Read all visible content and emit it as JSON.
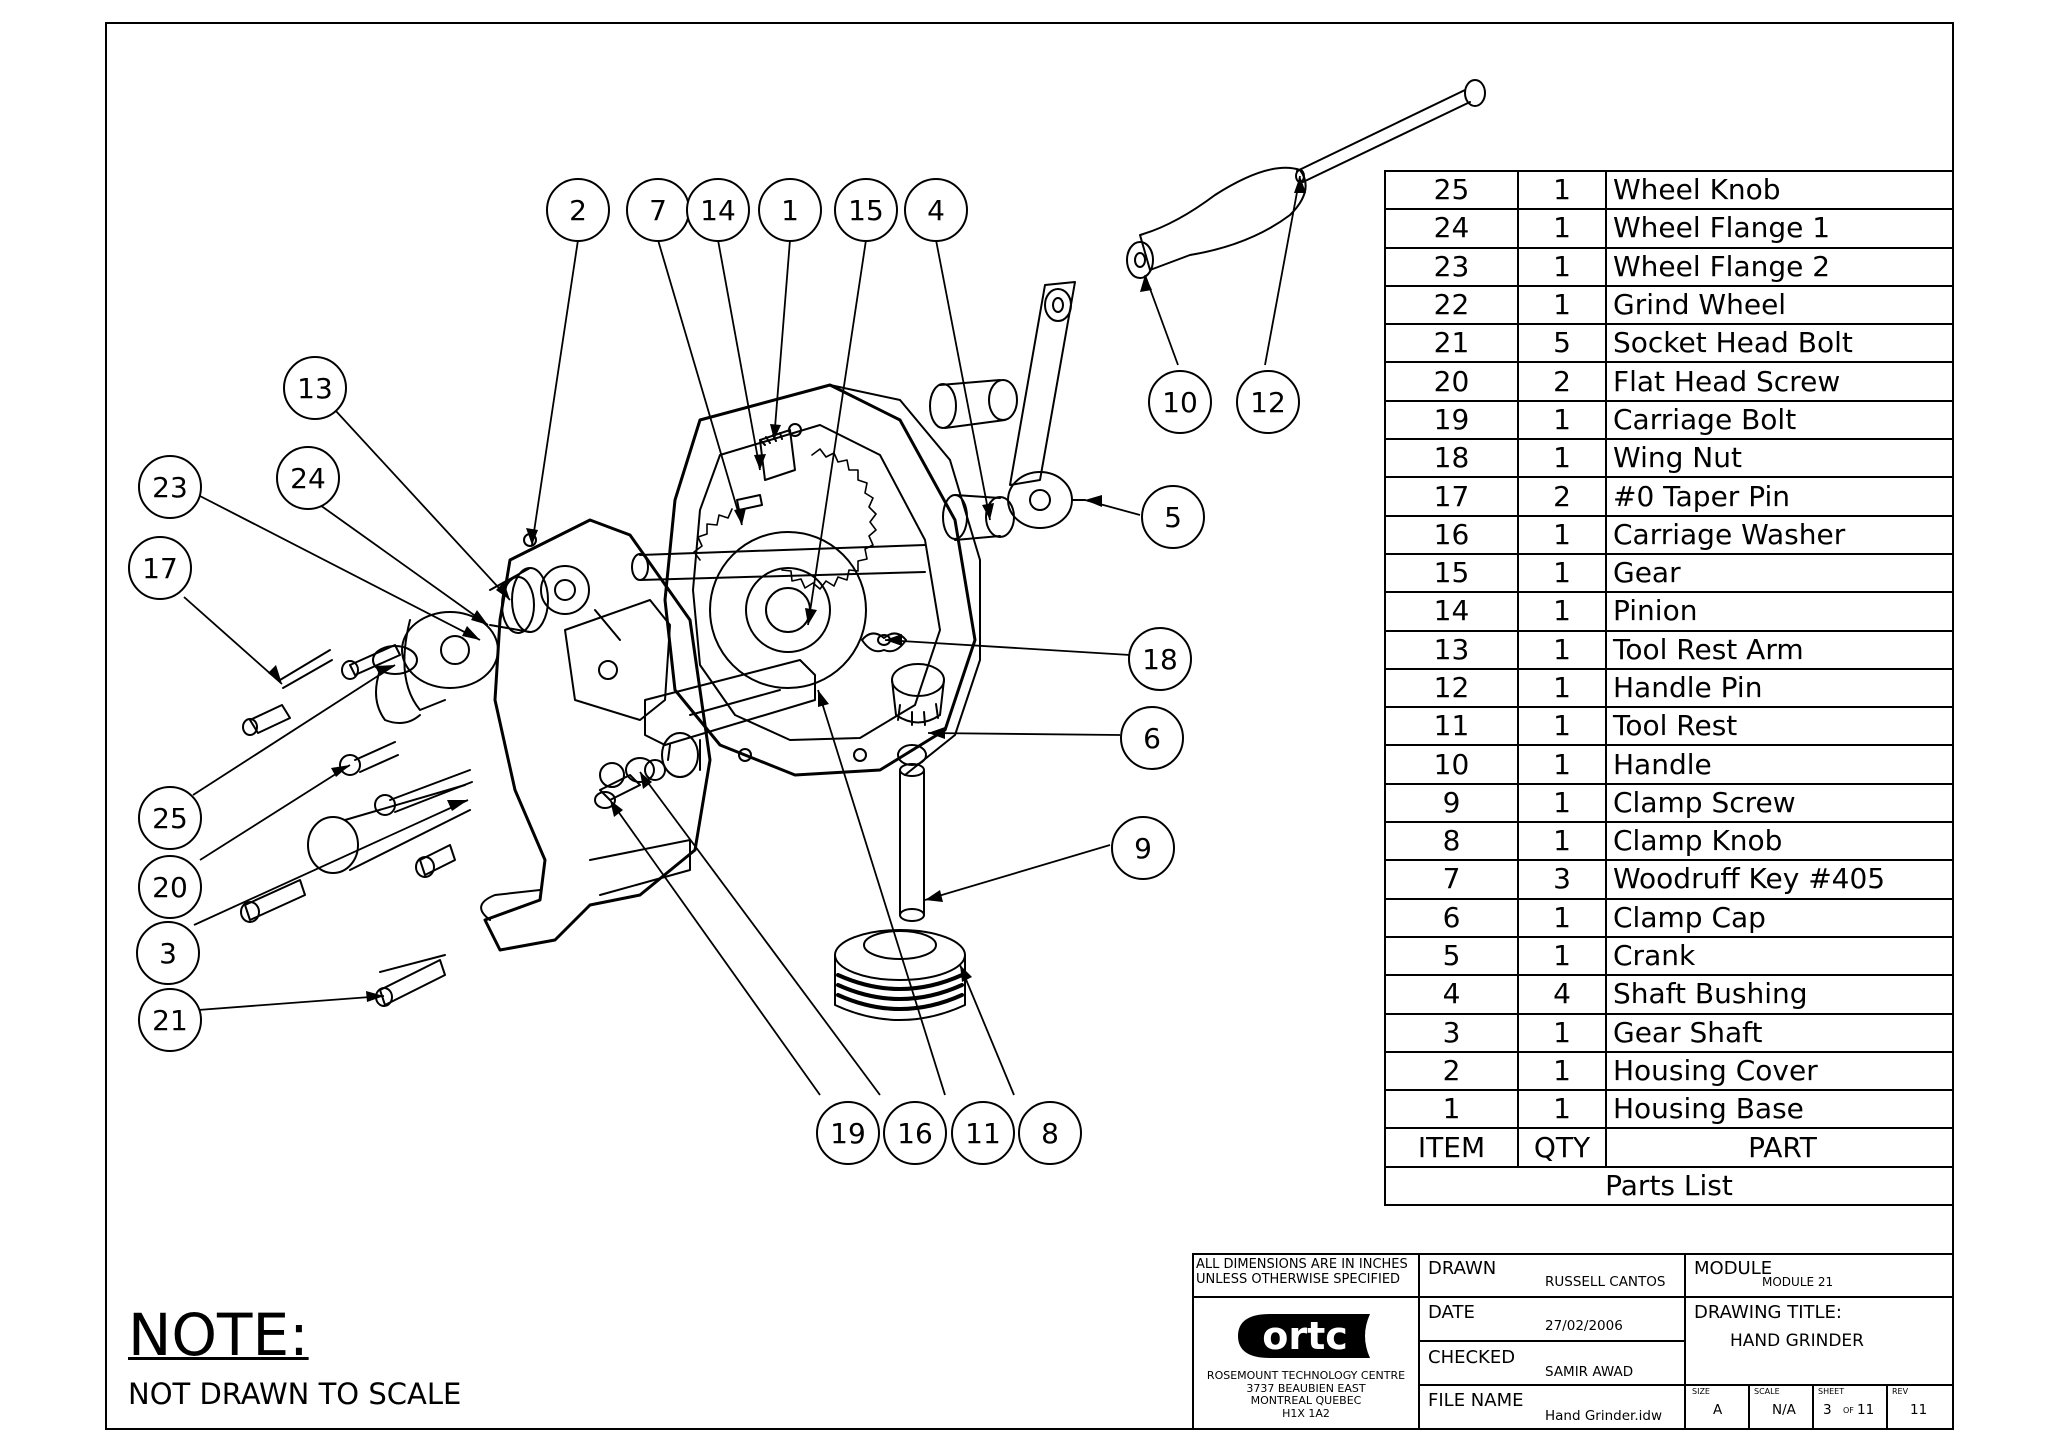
{
  "balloons": [
    "2",
    "7",
    "14",
    "1",
    "15",
    "4",
    "13",
    "23",
    "24",
    "17",
    "10",
    "12",
    "5",
    "18",
    "6",
    "9",
    "25",
    "20",
    "3",
    "21",
    "19",
    "16",
    "11",
    "8"
  ],
  "parts_list": {
    "caption": "Parts List",
    "headers": {
      "item": "ITEM",
      "qty": "QTY",
      "part": "PART"
    },
    "rows": [
      {
        "item": "25",
        "qty": "1",
        "part": "Wheel Knob"
      },
      {
        "item": "24",
        "qty": "1",
        "part": "Wheel Flange 1"
      },
      {
        "item": "23",
        "qty": "1",
        "part": "Wheel Flange 2"
      },
      {
        "item": "22",
        "qty": "1",
        "part": "Grind Wheel"
      },
      {
        "item": "21",
        "qty": "5",
        "part": "Socket Head Bolt"
      },
      {
        "item": "20",
        "qty": "2",
        "part": "Flat Head Screw"
      },
      {
        "item": "19",
        "qty": "1",
        "part": "Carriage Bolt"
      },
      {
        "item": "18",
        "qty": "1",
        "part": "Wing Nut"
      },
      {
        "item": "17",
        "qty": "2",
        "part": "#0 Taper Pin"
      },
      {
        "item": "16",
        "qty": "1",
        "part": "Carriage Washer"
      },
      {
        "item": "15",
        "qty": "1",
        "part": "Gear"
      },
      {
        "item": "14",
        "qty": "1",
        "part": "Pinion"
      },
      {
        "item": "13",
        "qty": "1",
        "part": "Tool Rest Arm"
      },
      {
        "item": "12",
        "qty": "1",
        "part": "Handle Pin"
      },
      {
        "item": "11",
        "qty": "1",
        "part": "Tool Rest"
      },
      {
        "item": "10",
        "qty": "1",
        "part": "Handle"
      },
      {
        "item": "9",
        "qty": "1",
        "part": "Clamp Screw"
      },
      {
        "item": "8",
        "qty": "1",
        "part": "Clamp Knob"
      },
      {
        "item": "7",
        "qty": "3",
        "part": "Woodruff Key #405"
      },
      {
        "item": "6",
        "qty": "1",
        "part": "Clamp Cap"
      },
      {
        "item": "5",
        "qty": "1",
        "part": "Crank"
      },
      {
        "item": "4",
        "qty": "4",
        "part": "Shaft Bushing"
      },
      {
        "item": "3",
        "qty": "1",
        "part": "Gear Shaft"
      },
      {
        "item": "2",
        "qty": "1",
        "part": "Housing Cover"
      },
      {
        "item": "1",
        "qty": "1",
        "part": "Housing Base"
      }
    ]
  },
  "title_block": {
    "dimensions_note": "ALL DIMENSIONS ARE IN INCHES UNLESS OTHERWISE SPECIFIED",
    "logo_text": "ortc",
    "org_name": "ROSEMOUNT TECHNOLOGY CENTRE",
    "org_address_1": "3737 BEAUBIEN EAST",
    "org_address_2": "MONTREAL QUEBEC",
    "org_address_3": "H1X 1A2",
    "drawn_label": "DRAWN",
    "drawn_value": "RUSSELL CANTOS",
    "date_label": "DATE",
    "date_value": "27/02/2006",
    "checked_label": "CHECKED",
    "checked_value": "SAMIR AWAD",
    "file_label": "FILE NAME",
    "file_value": "Hand Grinder.idw",
    "module_label": "MODULE",
    "module_value": "MODULE 21",
    "title_label": "DRAWING TITLE:",
    "title_value": "HAND GRINDER",
    "size_label": "SIZE",
    "size_value": "A",
    "scale_label": "SCALE",
    "scale_value": "N/A",
    "sheet_label": "SHEET",
    "sheet_value": "3",
    "sheet_of": "OF",
    "sheet_total": "11",
    "rev_label": "REV",
    "rev_value": "11"
  },
  "note": {
    "title": "NOTE:",
    "text": "NOT DRAWN TO SCALE"
  }
}
